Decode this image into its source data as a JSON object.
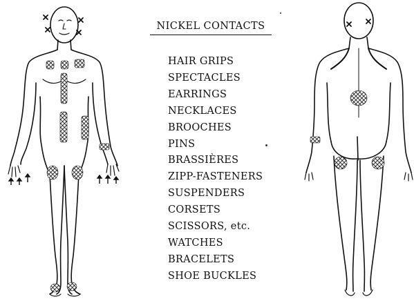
{
  "title": "NICKEL CONTACTS",
  "items": [
    "HAIR GRIPS",
    "SPECTACLES",
    "EARRINGS",
    "NECKLACES",
    "BROOCHES",
    "PINS",
    "BRASSIÈRES",
    "ZIPP-FASTENERS",
    "SUSPENDERS",
    "CORSETS",
    "SCISSORS, etc.",
    "WATCHES",
    "BRACELETS",
    "SHOE BUCKLES"
  ]
}
